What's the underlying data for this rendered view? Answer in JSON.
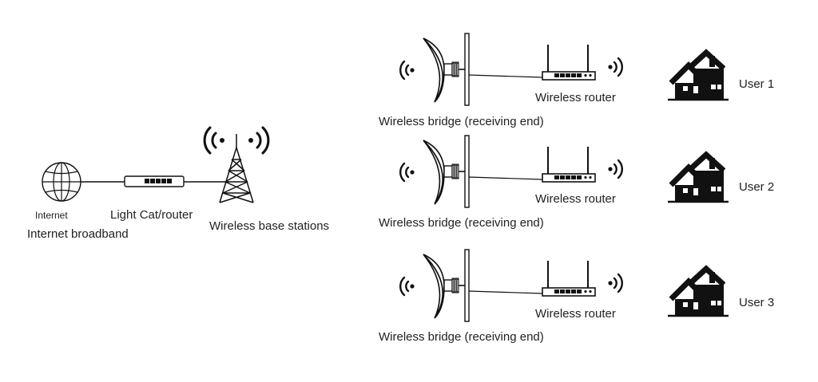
{
  "source": {
    "internet_label": "Internet",
    "broadband_label": "Internet broadband",
    "router_label": "Light Cat/router",
    "base_station_label": "Wireless base stations"
  },
  "branches": [
    {
      "bridge_label": "Wireless bridge (receiving end)",
      "router_label": "Wireless router",
      "user_label": "User 1"
    },
    {
      "bridge_label": "Wireless bridge (receiving end)",
      "router_label": "Wireless router",
      "user_label": "User 2"
    },
    {
      "bridge_label": "Wireless bridge (receiving end)",
      "router_label": "Wireless router",
      "user_label": "User 3"
    }
  ],
  "icons": {
    "globe": "globe-icon",
    "modem": "light-cat-router-icon",
    "tower": "wireless-tower-icon",
    "bridge": "wireless-bridge-icon",
    "router": "wireless-router-icon",
    "house": "house-icon",
    "signal": "wireless-signal-icon"
  },
  "colors": {
    "stroke": "#111111",
    "text": "#222222",
    "background": "#ffffff"
  }
}
